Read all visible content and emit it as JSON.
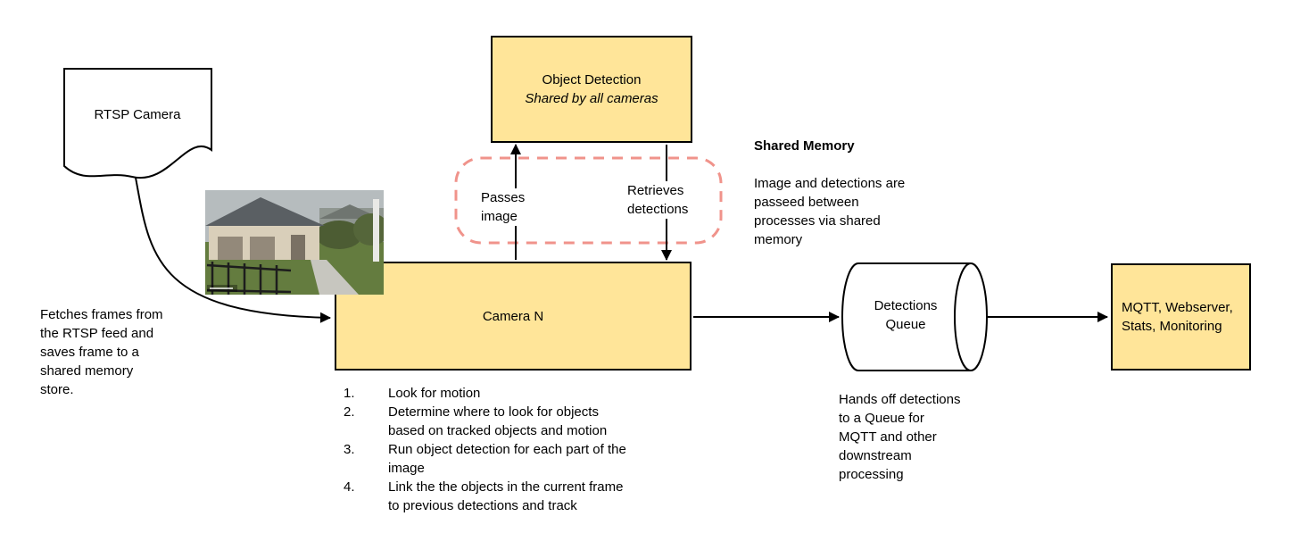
{
  "diagram": {
    "nodes": {
      "rtsp_camera": {
        "label": "RTSP Camera"
      },
      "object_detection": {
        "title": "Object Detection",
        "subtitle": "Shared by all cameras"
      },
      "camera_n": {
        "label": "Camera N"
      },
      "detections_queue": {
        "label": "Detections\nQueue"
      },
      "outputs": {
        "label": "MQTT, Webserver,\nStats, Monitoring"
      }
    },
    "edge_labels": {
      "passes_image": "Passes\nimage",
      "retrieves_detections": "Retrieves\ndetections"
    },
    "notes": {
      "fetches_frames": "Fetches frames from\nthe RTSP feed and\nsaves frame to a\nshared memory\nstore.",
      "shared_memory_title": "Shared Memory",
      "shared_memory_body": "Image and detections are\npasseed between\nprocesses via shared\nmemory",
      "hands_off": "Hands off detections\nto a Queue for\nMQTT and other\ndownstream\nprocessing"
    },
    "camera_steps": [
      {
        "num": "1.",
        "text": "Look for motion"
      },
      {
        "num": "2.",
        "text": "Determine where to look for objects\nbased on tracked objects and motion"
      },
      {
        "num": "3.",
        "text": "Run object detection for each part of the\nimage"
      },
      {
        "num": "4.",
        "text": "Link the the objects in the current frame\nto previous detections and track"
      }
    ],
    "colors": {
      "node_fill": "#ffe599",
      "node_stroke": "#000000",
      "shared_memory_outline": "#f0938b",
      "arrow": "#000000",
      "background": "#ffffff"
    }
  }
}
